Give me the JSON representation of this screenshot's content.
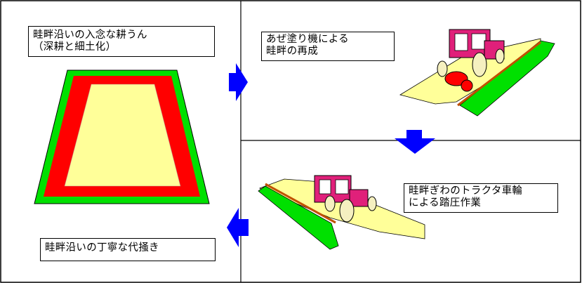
{
  "labels": {
    "step1": "畦畔沿いの入念な耕うん\n（深耕と細土化）",
    "step2": "あぜ塗り機による\n畦畔の再成",
    "step3": "畦畔ぎわのトラクタ車輪\nによる踏圧作業",
    "step4": "畦畔沿いの丁寧な代掻き"
  },
  "colors": {
    "field_outer": "#00e000",
    "field_band": "#ff0000",
    "field_inner": "#ffff99",
    "arrow": "#0000ff",
    "tractor": "#e0207a",
    "levee": "#00e000",
    "soil": "#ffff99"
  },
  "icons": [
    "arrow-right-icon",
    "arrow-down-icon",
    "arrow-left-icon",
    "tractor-icon"
  ]
}
